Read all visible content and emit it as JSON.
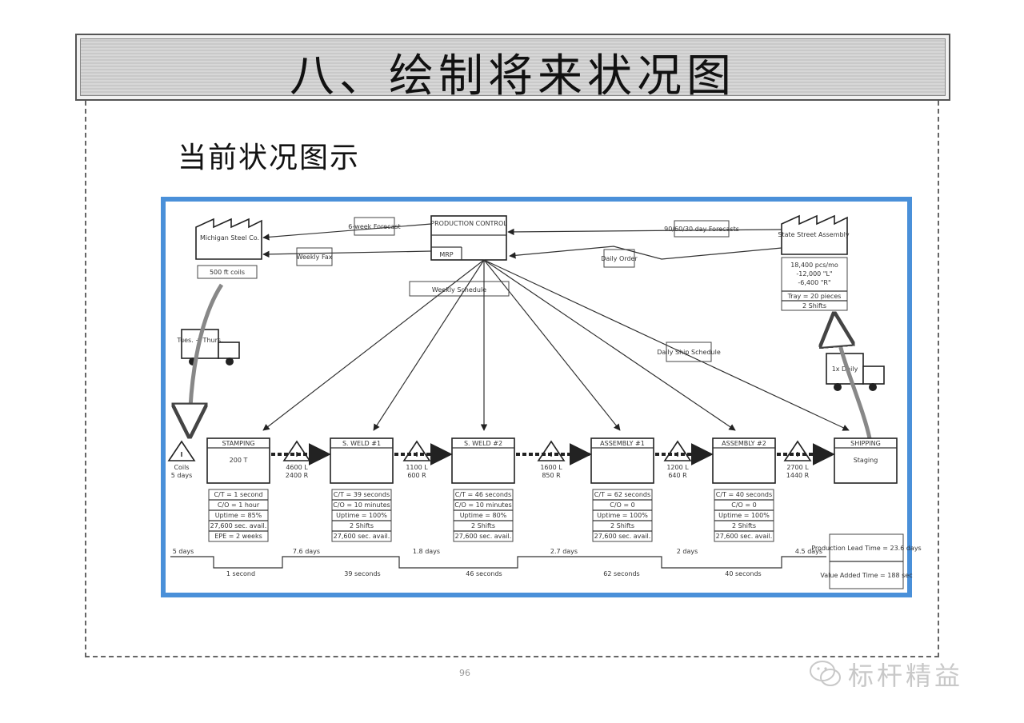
{
  "title": "八、绘制将来状况图",
  "subtitle": "当前状况图示",
  "page_number": "96",
  "watermark": "标杆精益",
  "vsm": {
    "production_control": "PRODUCTION CONTROL",
    "mrp": "MRP",
    "weekly_schedule": "Weekly Schedule",
    "daily_ship_schedule": "Daily Ship Schedule",
    "supplier": {
      "name": "Michigan Steel Co.",
      "data": "500 ft coils"
    },
    "customer": {
      "name": "State Street Assembly",
      "data": [
        "18,400 pcs/mo",
        "-12,000 \"L\"",
        "-6,400 \"R\"",
        "Tray = 20 pieces",
        "2 Shifts"
      ]
    },
    "forecast_supplier": "6-week Forecast",
    "forecast_customer": "90/60/30 day Forecasts",
    "weekly_fax": "Weekly Fax",
    "daily_order": "Daily Order",
    "truck_in": "Tues. + Thurs.",
    "truck_out": "1x Daily",
    "processes": [
      {
        "name": "STAMPING",
        "sub": "200 T",
        "data": [
          "C/T = 1 second",
          "C/O = 1 hour",
          "Uptime = 85%",
          "27,600 sec. avail.",
          "EPE = 2 weeks"
        ]
      },
      {
        "name": "S. WELD #1",
        "sub": "",
        "data": [
          "C/T = 39 seconds",
          "C/O = 10 minutes",
          "Uptime = 100%",
          "2 Shifts",
          "27,600 sec. avail."
        ]
      },
      {
        "name": "S. WELD #2",
        "sub": "",
        "data": [
          "C/T = 46 seconds",
          "C/O = 10 minutes",
          "Uptime = 80%",
          "2 Shifts",
          "27,600 sec. avail."
        ]
      },
      {
        "name": "ASSEMBLY #1",
        "sub": "",
        "data": [
          "C/T = 62 seconds",
          "C/O = 0",
          "Uptime = 100%",
          "2 Shifts",
          "27,600 sec. avail."
        ]
      },
      {
        "name": "ASSEMBLY #2",
        "sub": "",
        "data": [
          "C/T = 40 seconds",
          "C/O = 0",
          "Uptime = 100%",
          "2 Shifts",
          "27,600 sec. avail."
        ]
      },
      {
        "name": "SHIPPING",
        "sub": "Staging",
        "data": []
      }
    ],
    "inventories": [
      {
        "line1": "Coils",
        "line2": "5 days"
      },
      {
        "line1": "4600 L",
        "line2": "2400 R"
      },
      {
        "line1": "1100 L",
        "line2": "600 R"
      },
      {
        "line1": "1600 L",
        "line2": "850 R"
      },
      {
        "line1": "1200 L",
        "line2": "640 R"
      },
      {
        "line1": "2700 L",
        "line2": "1440 R"
      }
    ],
    "timeline_days": [
      "5 days",
      "7.6 days",
      "1.8 days",
      "2.7 days",
      "2 days",
      "4.5 days"
    ],
    "timeline_seconds": [
      "1 second",
      "39 seconds",
      "46 seconds",
      "62 seconds",
      "40 seconds"
    ],
    "lead_time": "Production Lead Time = 23.6 days",
    "processing_time": "Value Added Time = 188 sec"
  }
}
